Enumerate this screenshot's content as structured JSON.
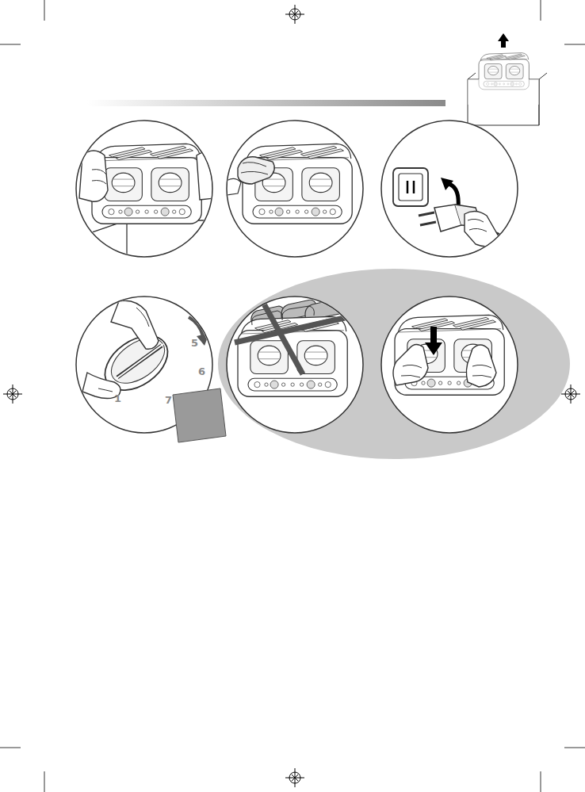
{
  "diagram": {
    "labels": [
      "5",
      "6",
      "1",
      "7"
    ]
  }
}
